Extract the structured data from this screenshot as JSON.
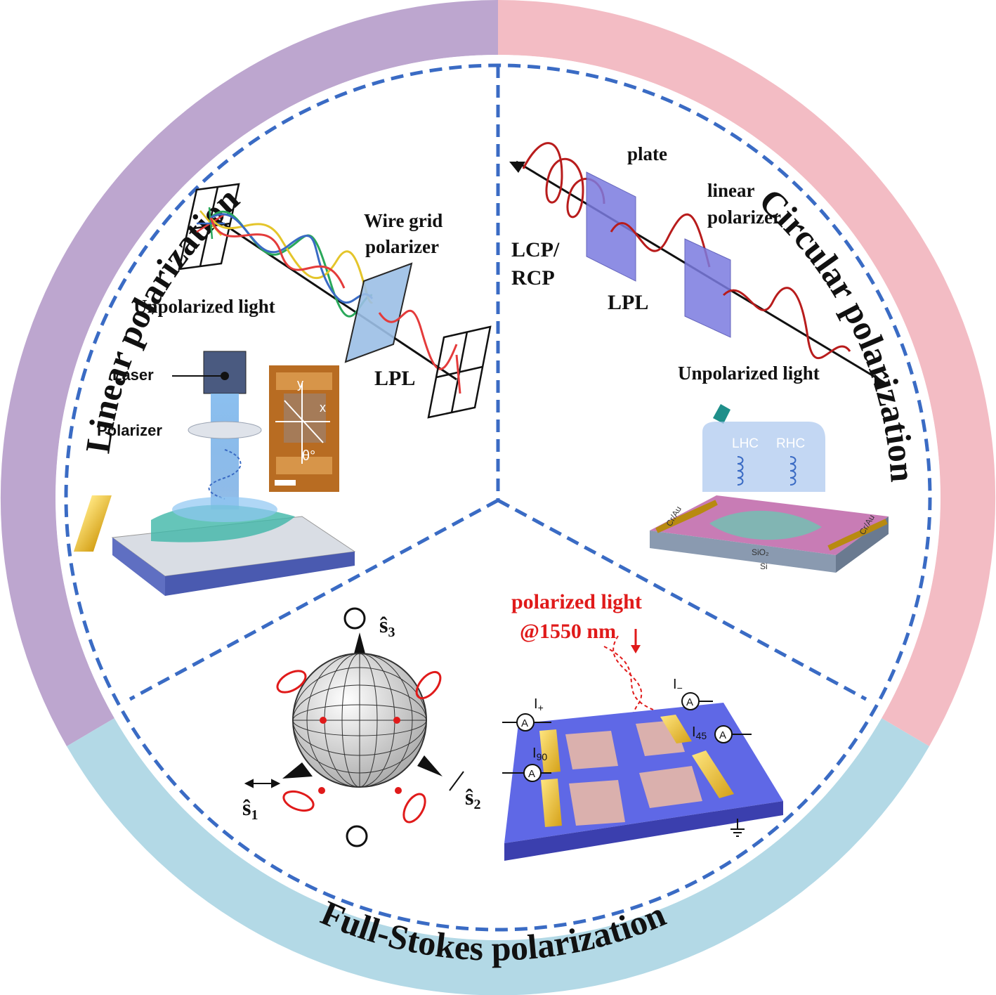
{
  "ring": {
    "linear_title": "Linear polarization",
    "circular_title": "Circular polarization",
    "fullstokes_title": "Full-Stokes polarization",
    "colors": {
      "linear": "#bda6cf",
      "circular": "#f3bcc4",
      "fullstokes": "#b3d9e6",
      "divider": "#3a6bc4"
    }
  },
  "linear_panel": {
    "unpolarized_label": "Unpolarized light",
    "wire_grid_line1": "Wire grid",
    "wire_grid_line2": "polarizer",
    "lpl_label": "LPL",
    "laser_label": "Laser",
    "polarizer_label": "Polarizer",
    "inset_y": "y",
    "inset_x": "x",
    "inset_angle": "θ°"
  },
  "circular_panel": {
    "plate_label": "plate",
    "linear_polarizer_line1": "linear",
    "linear_polarizer_line2": "polarizer",
    "lcp_line1": "LCP/",
    "lcp_line2": "RCP",
    "lpl_label": "LPL",
    "unpolarized_label": "Unpolarized light",
    "lhc_label": "LHC",
    "rhc_label": "RHC",
    "electrode_left": "Cr/Au",
    "electrode_right": "Cr/Au",
    "sio2_label": "SiO₂",
    "si_label": "Si"
  },
  "stokes_panel": {
    "s1_label": "ŝ",
    "s1_sub": "1",
    "s2_label": "ŝ",
    "s2_sub": "2",
    "s3_label": "ŝ",
    "s3_sub": "3",
    "polarized_light_line1": "polarized light",
    "polarized_light_line2": "@1550 nm",
    "i_plus": "I",
    "i_plus_sub": "+",
    "i_minus": "I",
    "i_minus_sub": "−",
    "i_45": "I",
    "i_45_sub": "45",
    "i_90": "I",
    "i_90_sub": "90",
    "ammeter": "A"
  }
}
